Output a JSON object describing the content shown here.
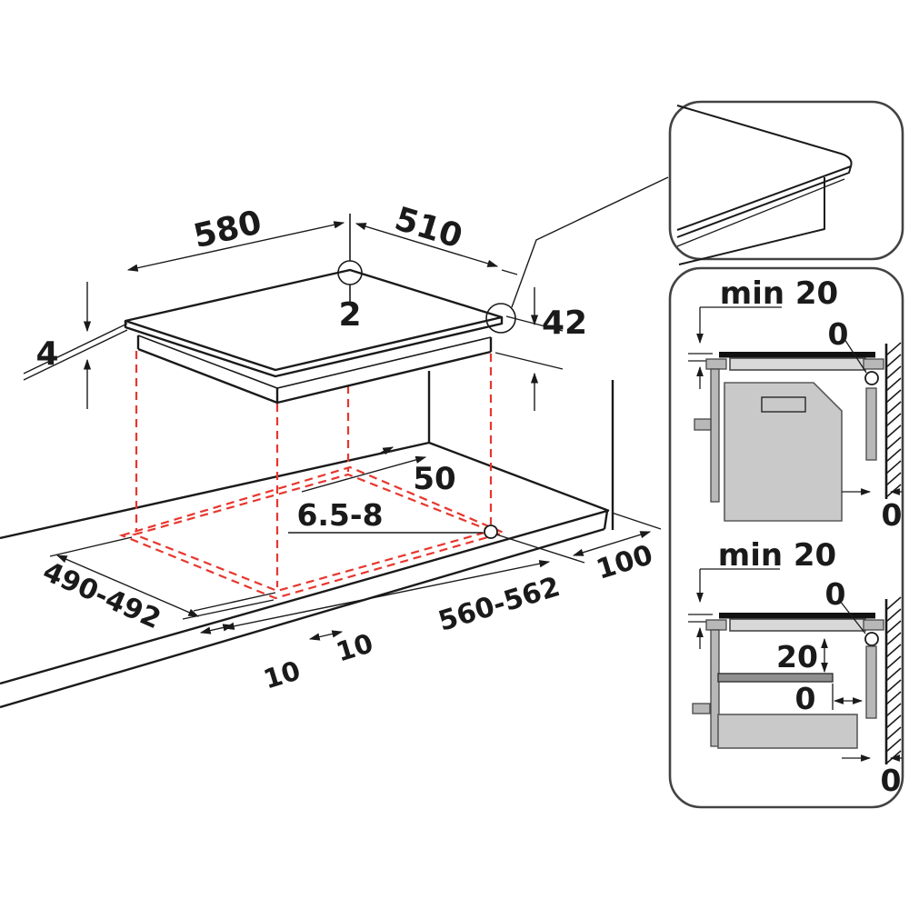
{
  "main_diagram": {
    "description": "hob built-in installation dimensions, isometric view",
    "labels": {
      "width": "580",
      "depth": "510",
      "center_mark": "2",
      "glass_thickness": "4",
      "body_height": "42",
      "rear_clearance": "50",
      "hole_diameter": "6.5-8",
      "cutout_depth": "490-492",
      "cutout_width": "560-562",
      "side_clearance": "100",
      "margin_left": "10",
      "margin_right": "10"
    }
  },
  "panel_corner_detail": {
    "description": "zoom view of hob edge profile"
  },
  "panel_install_top": {
    "title": "min 20",
    "zero_top": "0",
    "zero_bottom": "0"
  },
  "panel_install_bottom": {
    "title": "min 20",
    "zero_top": "0",
    "shelf_gap": "20",
    "zero_mid": "0",
    "zero_bottom": "0"
  },
  "colors": {
    "line": "#1a1a1a",
    "cutout_dash": "#e8362d",
    "panel_border": "#434343",
    "appliance_fill": "#c9c9c9",
    "counter_fill": "#d8d8d8",
    "shelf_fill": "#8f8f8f"
  }
}
